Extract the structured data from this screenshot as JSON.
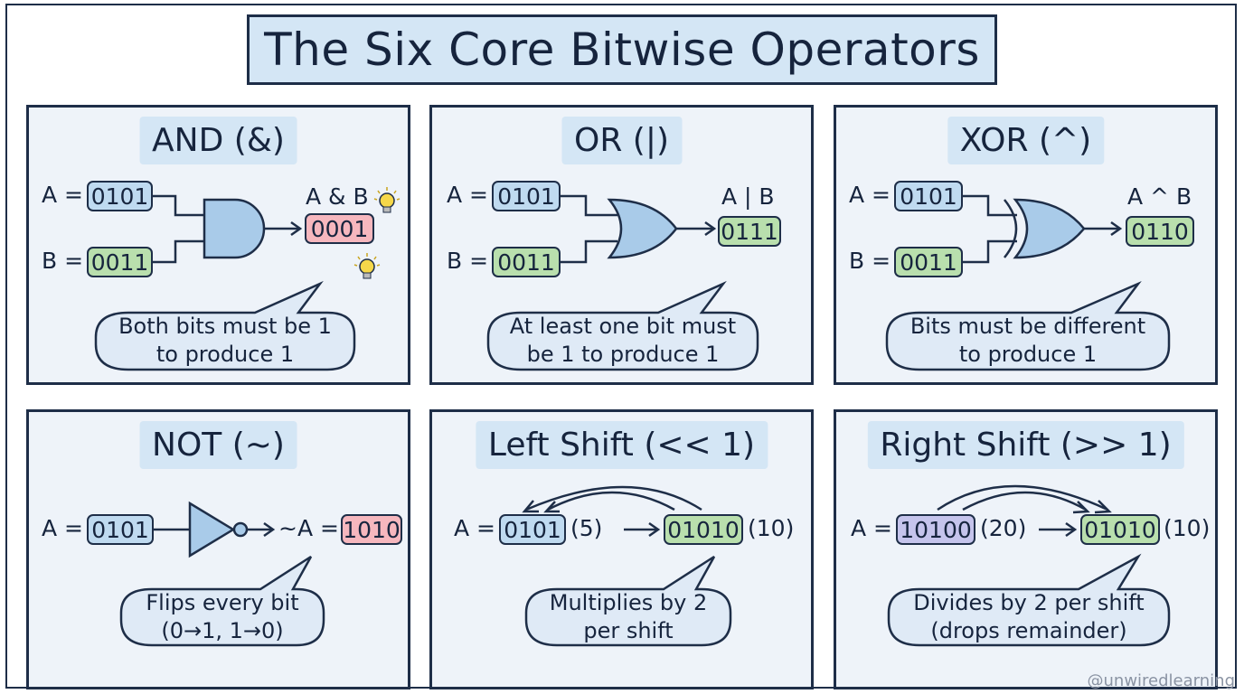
{
  "title": "The Six Core Bitwise Operators",
  "watermark": "@unwiredlearning",
  "panels": {
    "and": {
      "title": "AND (&)",
      "a_label": "A =",
      "a_value": "0101",
      "b_label": "B =",
      "b_value": "0011",
      "result_label": "A & B",
      "result_value": "0001",
      "desc_line1": "Both bits must be 1",
      "desc_line2": "to produce 1"
    },
    "or": {
      "title": "OR (|)",
      "a_label": "A =",
      "a_value": "0101",
      "b_label": "B =",
      "b_value": "0011",
      "result_label": "A | B",
      "result_value": "0111",
      "desc_line1": "At least one bit must",
      "desc_line2": "be 1 to produce 1"
    },
    "xor": {
      "title": "XOR (^)",
      "a_label": "A =",
      "a_value": "0101",
      "b_label": "B =",
      "b_value": "0011",
      "result_label": "A ^ B",
      "result_value": "0110",
      "desc_line1": "Bits must be different",
      "desc_line2": "to produce 1"
    },
    "not": {
      "title": "NOT (~)",
      "a_label": "A =",
      "a_value": "0101",
      "result_label": "~A =",
      "result_value": "1010",
      "desc_line1": "Flips every bit",
      "desc_line2": "(0→1, 1→0)"
    },
    "left_shift": {
      "title": "Left Shift (<< 1)",
      "a_label": "A =",
      "a_value": "0101",
      "a_decimal": "(5)",
      "result_value": "01010",
      "result_decimal": "(10)",
      "desc_line1": "Multiplies by 2",
      "desc_line2": "per shift"
    },
    "right_shift": {
      "title": "Right Shift (>> 1)",
      "a_label": "A =",
      "a_value": "10100",
      "a_decimal": "(20)",
      "result_value": "01010",
      "result_decimal": "(10)",
      "desc_line1": "Divides by 2 per shift",
      "desc_line2": "(drops remainder)"
    }
  },
  "colors": {
    "input_a": "#bfdaf0",
    "input_b": "#b9dfad",
    "result_red": "#f6b7be",
    "result_green": "#b9dfad",
    "shift_input": "#c5c4ec",
    "gate_fill": "#a9cbe9",
    "outline": "#1e2e48"
  },
  "icons": [
    "lightbulb-icon",
    "lightbulb-icon"
  ]
}
